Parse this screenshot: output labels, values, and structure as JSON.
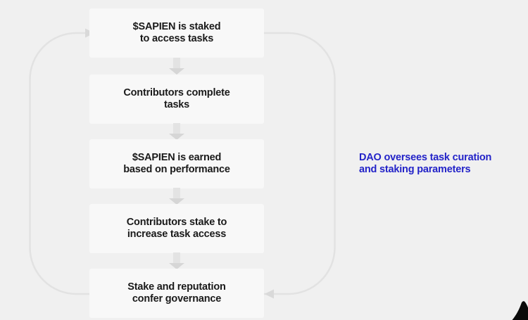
{
  "colors": {
    "background": "#f0f0f0",
    "box_background": "#f8f8f8",
    "box_text": "#1a1a1a",
    "loop_line": "#e2e2e2",
    "flow_arrow": "#d9d9d9",
    "annotation_text": "#2323c8",
    "corner_shape": "#0a0a0a"
  },
  "flow": {
    "boxes": [
      {
        "label": "$SAPIEN is staked\nto access tasks"
      },
      {
        "label": "Contributors complete\ntasks"
      },
      {
        "label": "$SAPIEN is earned\nbased on performance"
      },
      {
        "label": "Contributors stake to\nincrease task access"
      },
      {
        "label": "Stake and reputation\nconfer governance"
      }
    ]
  },
  "annotation": {
    "label": "DAO oversees task curation\nand staking parameters"
  }
}
